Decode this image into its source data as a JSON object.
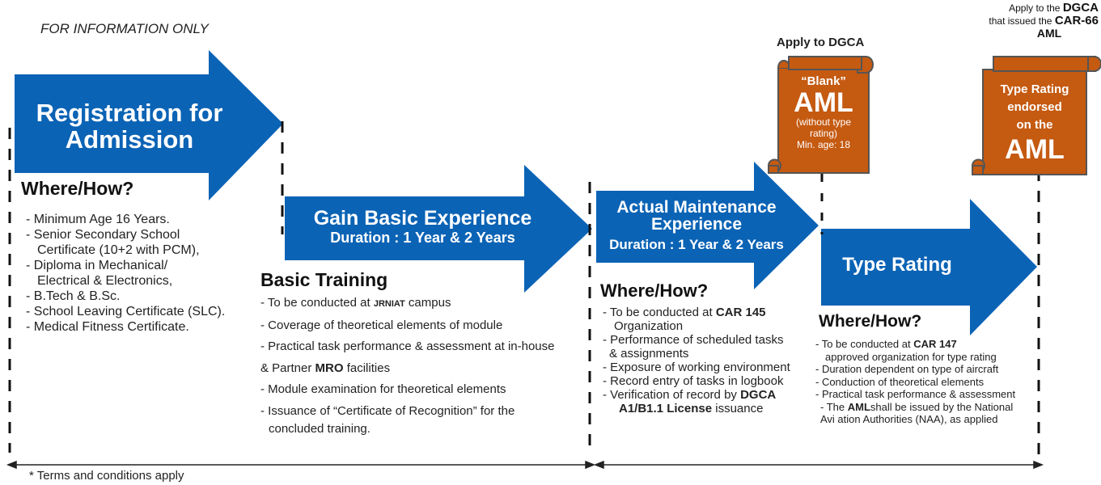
{
  "disclaimer_top": "FOR INFORMATION ONLY",
  "colors": {
    "arrow_blue": "#0B63B5",
    "scroll_orange": "#C55A11",
    "scroll_border": "#555555"
  },
  "arrows": {
    "registration": {
      "title_line1": "Registration for",
      "title_line2": "Admission"
    },
    "basic": {
      "title": "Gain Basic Experience",
      "duration": "Duration : 1 Year & 2 Years"
    },
    "actual": {
      "title_line1": "Actual Maintenance",
      "title_line2": "Experience",
      "duration": "Duration : 1 Year & 2 Years"
    },
    "type_rating": {
      "title": "Type Rating"
    }
  },
  "where_how_1": {
    "heading": "Where/How?",
    "items": [
      "- Minimum Age 16 Years.",
      "- Senior Secondary School",
      "Certificate (10+2 with PCM),",
      "- Diploma in Mechanical/",
      "Electrical & Electronics,",
      "- B.Tech & B.Sc.",
      "- School Leaving Certificate (SLC).",
      "- Medical Fitness Certificate."
    ]
  },
  "basic_training": {
    "heading": "Basic Training",
    "line1_prefix": "- To be conducted at",
    "line1_key": "JRNIAT",
    "line1_suffix": "campus",
    "line2": "- Coverage of theoretical elements of module",
    "line3": "- Practical task performance & assessment at in-house",
    "line4_prefix": "& Partner",
    "line4_key": "MRO",
    "line4_suffix": "facilities",
    "line5": "- Module examination for theoretical elements",
    "line6": "- Issuance of “Certificate of Recognition” for the",
    "line7": "concluded training."
  },
  "where_how_2": {
    "heading": "Where/How?",
    "line1_prefix": "- To be conducted at",
    "line1_key": "CAR 145",
    "line2": "Organization",
    "line3": "- Performance of scheduled tasks",
    "line4": "& assignments",
    "line5": "- Exposure of working environment",
    "line6": "- Record entry of tasks in logbook",
    "line7_prefix": "- Verification of record by",
    "line7_key": "DGCA",
    "line8_key": "A1/B1.1 License",
    "line8_suffix": "issuance"
  },
  "where_how_3": {
    "heading": "Where/How?",
    "line1_prefix": "- To be conducted at",
    "line1_key": "CAR 147",
    "line2": "approved organization for type rating",
    "line3": "- Duration dependent on type of aircraft",
    "line4": "- Conduction of theoretical elements",
    "line5": "- Practical task performance & assessment",
    "line6_prefix": "- The",
    "line6_key": "AML",
    "line6_suffix": "shall be issued by the National",
    "line7": "Avi ation Authorities (NAA), as applied"
  },
  "scroll_1": {
    "label_above": "Apply to DGCA",
    "line1": "“Blank”",
    "line2": "AML",
    "line3": "(without type",
    "line4": "rating)",
    "line5": "Min. age: 18"
  },
  "scroll_2": {
    "label_line1_prefix": "Apply to the",
    "label_line1_key": "DGCA",
    "label_line2_prefix": "that issued the",
    "label_line2_key": "CAR-66",
    "label_line3": "AML",
    "line1": "Type Rating",
    "line2": "endorsed",
    "line3": "on the",
    "line4": "AML"
  },
  "footnote": "* Terms and conditions apply"
}
